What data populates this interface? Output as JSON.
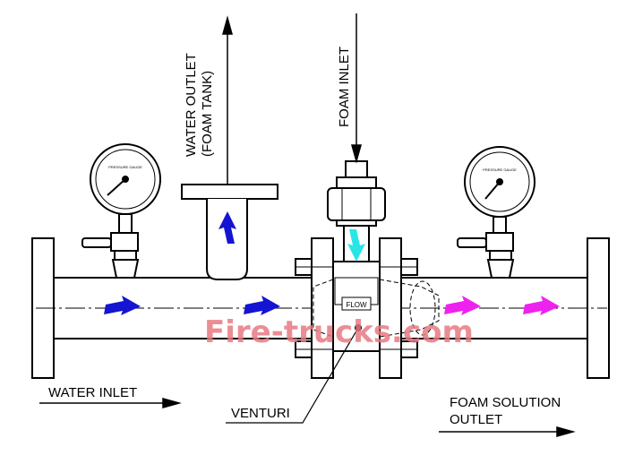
{
  "labels": {
    "water_outlet_line1": "WATER OUTLET",
    "water_outlet_line2": "(FOAM TANK)",
    "foam_inlet": "FOAM INLET",
    "water_inlet": "WATER INLET",
    "venturi": "VENTURI",
    "foam_solution_line1": "FOAM SOLUTION",
    "foam_solution_line2": "OUTLET",
    "flow_tag": "FLOW",
    "gauge_text": "PRESSURE GAUGE"
  },
  "watermark": "Fire-trucks.com",
  "colors": {
    "water_arrow": "#1414d2",
    "foam_arrow": "#29e6e6",
    "solution_arrow": "#ee22ee",
    "watermark": "#e87a82",
    "line": "#000000"
  }
}
